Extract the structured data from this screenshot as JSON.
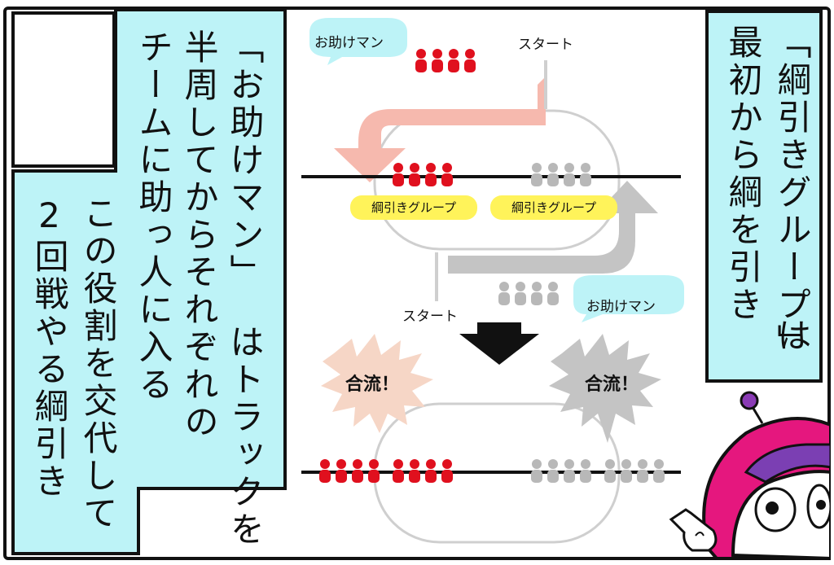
{
  "panel_right": {
    "line1": "「綱引きグループ」",
    "line2": "最初から綱を引き",
    "particle": "は"
  },
  "panel_left": {
    "col1": "「お助けマン」",
    "particle": "は",
    "col2": "トラックを",
    "col3": "半周してからそれぞれの",
    "col4": "チームに助っ人に入る",
    "col5": "この役割を交代して",
    "col6": "2回戦やる綱引き"
  },
  "diagram": {
    "helper_label_top": "お助けマン",
    "helper_label_bottom": "お助けマン",
    "start_top": "スタート",
    "start_bottom": "スタート",
    "tug_group_left": "綱引きグループ",
    "tug_group_right": "綱引きグループ",
    "merge_left": "合流！",
    "merge_right": "合流！"
  },
  "colors": {
    "panel_bg": "#bdf3f7",
    "red_team": "#e0101e",
    "gray_team": "#b8b8b8",
    "pink_arrow": "#f6b9ae",
    "gray_arrow": "#c4c4c4",
    "tag_yellow": "#fff35a",
    "character_pink": "#e5177e"
  }
}
